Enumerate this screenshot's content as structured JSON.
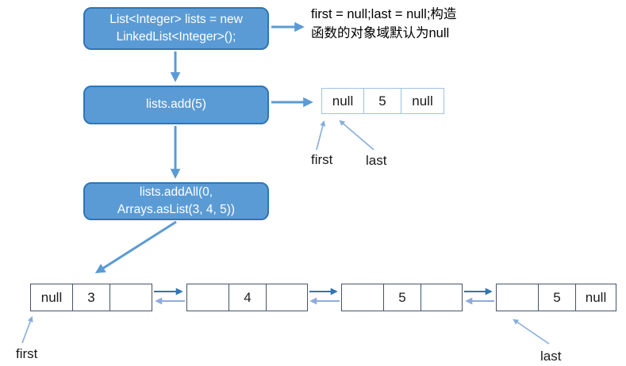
{
  "flowchart": {
    "box1": {
      "line1": "List<Integer> lists = new",
      "line2": "LinkedList<Integer>();"
    },
    "box2": {
      "label": "lists.add(5)"
    },
    "box3": {
      "line1": "lists.addAll(0,",
      "line2": "Arrays.asList(3, 4, 5))"
    }
  },
  "annotation": {
    "line1": "first = null;last = null;构造",
    "line2": "函数的对象域默认为null"
  },
  "single_node": {
    "prev": "null",
    "value": "5",
    "next": "null",
    "first_label": "first",
    "last_label": "last"
  },
  "linked_list": {
    "first_label": "first",
    "last_label": "last",
    "nodes": [
      {
        "prev": "null",
        "value": "3",
        "next": ""
      },
      {
        "prev": "",
        "value": "4",
        "next": ""
      },
      {
        "prev": "",
        "value": "5",
        "next": ""
      },
      {
        "prev": "",
        "value": "5",
        "next": "null"
      }
    ]
  },
  "colors": {
    "box_fill": "#5B9BD5",
    "box_border": "#2E75B6",
    "arrow_main": "#5B9BD5",
    "arrow_forward": "#2E75B6",
    "arrow_backward": "#8FAADC",
    "arrow_pointer": "#85AEDC",
    "node_border_light": "#9DC3E6",
    "node_border_dark": "#44546A"
  }
}
